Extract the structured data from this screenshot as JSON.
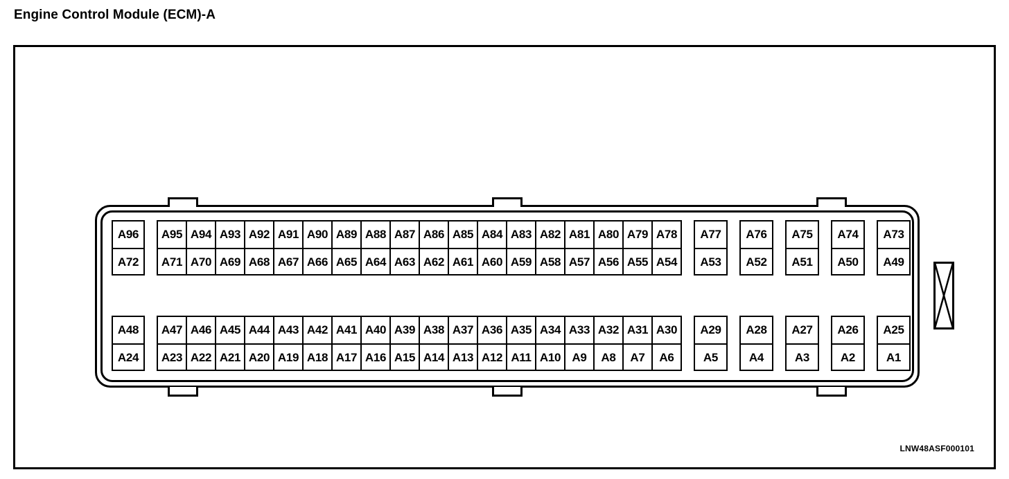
{
  "title": "Engine Control Module (ECM)-A",
  "reference_code": "LNW48ASF000101",
  "colors": {
    "line": "#000000",
    "background": "#ffffff"
  },
  "connector": {
    "name": "ECM-A connector",
    "top_tabs": 3,
    "bottom_tabs": 3,
    "side_latch": "bowtie-latch",
    "upper_bank": {
      "isolated": {
        "top": "A96",
        "bottom": "A72"
      },
      "contiguous": {
        "top": [
          "A95",
          "A94",
          "A93",
          "A92",
          "A91",
          "A90",
          "A89",
          "A88",
          "A87",
          "A86",
          "A85",
          "A84",
          "A83",
          "A82",
          "A81",
          "A80",
          "A79",
          "A78"
        ],
        "bottom": [
          "A71",
          "A70",
          "A69",
          "A68",
          "A67",
          "A66",
          "A65",
          "A64",
          "A63",
          "A62",
          "A61",
          "A60",
          "A59",
          "A58",
          "A57",
          "A56",
          "A55",
          "A54"
        ]
      },
      "separated": [
        {
          "top": "A77",
          "bottom": "A53"
        },
        {
          "top": "A76",
          "bottom": "A52"
        },
        {
          "top": "A75",
          "bottom": "A51"
        },
        {
          "top": "A74",
          "bottom": "A50"
        },
        {
          "top": "A73",
          "bottom": "A49"
        }
      ]
    },
    "lower_bank": {
      "isolated": {
        "top": "A48",
        "bottom": "A24"
      },
      "contiguous": {
        "top": [
          "A47",
          "A46",
          "A45",
          "A44",
          "A43",
          "A42",
          "A41",
          "A40",
          "A39",
          "A38",
          "A37",
          "A36",
          "A35",
          "A34",
          "A33",
          "A32",
          "A31",
          "A30"
        ],
        "bottom": [
          "A23",
          "A22",
          "A21",
          "A20",
          "A19",
          "A18",
          "A17",
          "A16",
          "A15",
          "A14",
          "A13",
          "A12",
          "A11",
          "A10",
          "A9",
          "A8",
          "A7",
          "A6"
        ]
      },
      "separated": [
        {
          "top": "A29",
          "bottom": "A5"
        },
        {
          "top": "A28",
          "bottom": "A4"
        },
        {
          "top": "A27",
          "bottom": "A3"
        },
        {
          "top": "A26",
          "bottom": "A2"
        },
        {
          "top": "A25",
          "bottom": "A1"
        }
      ]
    }
  }
}
